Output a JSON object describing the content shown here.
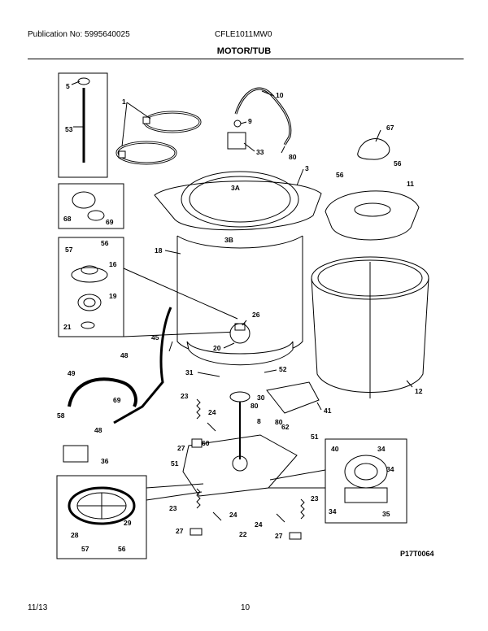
{
  "header": {
    "publication": "Publication No: 5995640025",
    "model": "CFLE1011MW0",
    "title": "MOTOR/TUB"
  },
  "footer": {
    "date": "11/13",
    "page": "10"
  },
  "figure_code": "P17T0064",
  "callouts": {
    "c5": "5",
    "c53": "53",
    "c1": "1",
    "c10": "10",
    "c9": "9",
    "c33": "33",
    "c80a": "80",
    "c67": "67",
    "c3": "3",
    "c3A": "3A",
    "c3B": "3B",
    "c56a": "56",
    "c56b": "56",
    "c11": "11",
    "c68": "68",
    "c69a": "69",
    "c18": "18",
    "c57a": "57",
    "c56c": "56",
    "c16": "16",
    "c19": "19",
    "c21": "21",
    "c26": "26",
    "c20": "20",
    "c45": "45",
    "c48a": "48",
    "c49": "49",
    "c31": "31",
    "c52": "52",
    "c12": "12",
    "c23a": "23",
    "c30": "30",
    "c80b": "80",
    "c41": "41",
    "c69b": "69",
    "c58": "58",
    "c48b": "48",
    "c24a": "24",
    "c8": "8",
    "c80c": "80",
    "c62": "62",
    "c60": "60",
    "c27a": "27",
    "c51a": "51",
    "c51b": "51",
    "c36": "36",
    "c40": "40",
    "c34a": "34",
    "c34b": "34",
    "c34c": "34",
    "c35": "35",
    "c23b": "23",
    "c23c": "23",
    "c24b": "24",
    "c24c": "24",
    "c28": "28",
    "c29": "29",
    "c57b": "57",
    "c56d": "56",
    "c27b": "27",
    "c22": "22",
    "c27c": "27"
  }
}
